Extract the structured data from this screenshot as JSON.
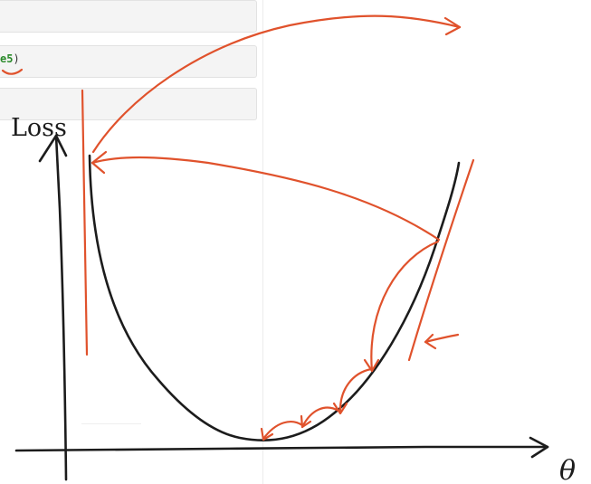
{
  "background_notebook": {
    "code_fragment": "e5",
    "code_paren": ")"
  },
  "diagram": {
    "y_axis_label": "Loss",
    "x_axis_label": "θ",
    "ink_color": "#1c1c1c",
    "annotation_color": "#e0522c"
  }
}
